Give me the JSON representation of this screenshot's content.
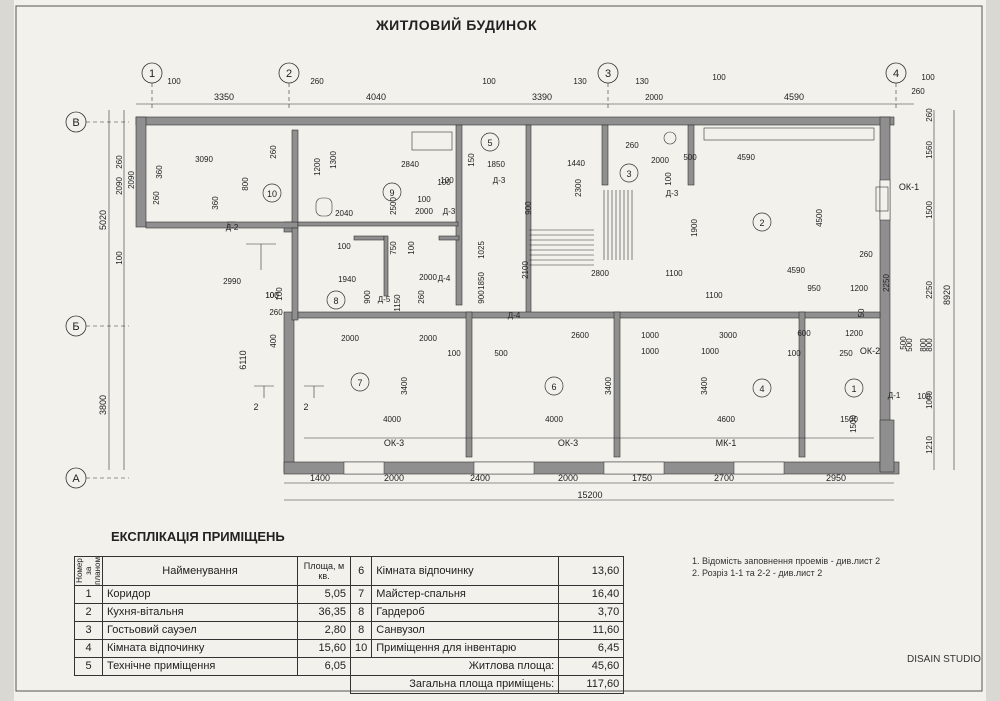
{
  "title": "ЖИТЛОВИЙ БУДИНОК",
  "axes": {
    "numeric": [
      "1",
      "2",
      "3",
      "4"
    ],
    "letter": [
      "В",
      "Б",
      "А"
    ]
  },
  "rooms": [
    "1",
    "2",
    "3",
    "4",
    "5",
    "6",
    "7",
    "8",
    "9",
    "10"
  ],
  "doors": [
    "Д-1",
    "Д-2",
    "Д-3",
    "Д-3",
    "Д-3",
    "Д-4",
    "Д-4",
    "Д-5"
  ],
  "windows": [
    "ОК-1",
    "ОК-2",
    "ОК-3",
    "ОК-3",
    "МК-1"
  ],
  "section_marks": [
    "2",
    "2"
  ],
  "top_dims": {
    "axis_spacing": [
      "3350",
      "4040",
      "3390",
      "4590"
    ],
    "details": [
      "100",
      "260",
      "100",
      "130",
      "130",
      "100",
      "260",
      "2000",
      "100"
    ]
  },
  "bottom_dims": {
    "chain": [
      "1400",
      "2000",
      "2400",
      "2000",
      "1750",
      "2700",
      "2950"
    ],
    "total": "15200"
  },
  "left_dims": {
    "overall": [
      "5020",
      "3800"
    ],
    "upper": [
      "260",
      "2090",
      "100"
    ],
    "mid": [
      "6110"
    ]
  },
  "right_dims": {
    "total": "8920",
    "chain": [
      "260",
      "1560",
      "1500",
      "2250",
      "800",
      "500",
      "1000",
      "1210"
    ]
  },
  "interior_dims": [
    "3090",
    "260",
    "1200",
    "1300",
    "2840",
    "150",
    "1850",
    "1440",
    "260",
    "2000",
    "500",
    "4590",
    "360",
    "2090",
    "260",
    "800",
    "2500",
    "100",
    "900",
    "100",
    "2300",
    "100",
    "100",
    "1900",
    "4500",
    "2040",
    "2000",
    "360",
    "2990",
    "100",
    "750",
    "100",
    "1940",
    "2000",
    "1025",
    "1850",
    "2100",
    "2800",
    "1100",
    "4590",
    "260",
    "2250",
    "1150",
    "900",
    "260",
    "900",
    "950",
    "1200",
    "1100",
    "100",
    "2600",
    "1000",
    "3000",
    "600",
    "1200",
    "50",
    "100",
    "260",
    "400",
    "2000",
    "2000",
    "100",
    "500",
    "1000",
    "1000",
    "100",
    "250",
    "3400",
    "3400",
    "3400",
    "4000",
    "4000",
    "4600",
    "1500",
    "100",
    "100",
    "1500",
    "500",
    "800"
  ],
  "explication": {
    "title": "ЕКСПЛІКАЦІЯ ПРИМІЩЕНЬ",
    "headers": {
      "num": "Номер за планом",
      "name": "Найменування",
      "area": "Площа, м кв."
    },
    "left_rows": [
      {
        "num": "1",
        "name": "Коридор",
        "area": "5,05"
      },
      {
        "num": "2",
        "name": "Кухня-вітальня",
        "area": "36,35"
      },
      {
        "num": "3",
        "name": "Гостьовий сауэел",
        "area": "2,80"
      },
      {
        "num": "4",
        "name": "Кімната відпочинку",
        "area": "15,60"
      },
      {
        "num": "5",
        "name": "Технічне приміщення",
        "area": "6,05"
      }
    ],
    "right_rows": [
      {
        "num": "6",
        "name": "Кімната відпочинку",
        "area": "13,60"
      },
      {
        "num": "7",
        "name": "Майстер-спальня",
        "area": "16,40"
      },
      {
        "num": "8",
        "name": "Гардероб",
        "area": "3,70"
      },
      {
        "num": "8",
        "name": "Санвузол",
        "area": "11,60"
      },
      {
        "num": "10",
        "name": "Приміщення для інвентарю",
        "area": "6,45"
      }
    ],
    "living_area": {
      "label": "Житлова площа:",
      "value": "45,60"
    },
    "total_area": {
      "label": "Загальна площа приміщень:",
      "value": "117,60"
    }
  },
  "notes": [
    "1.  Відомість заповнення проемів - див.лист 2",
    "2.  Розріз 1-1 та 2-2 - див.лист 2"
  ],
  "studio": "DISAIN STUDIO"
}
